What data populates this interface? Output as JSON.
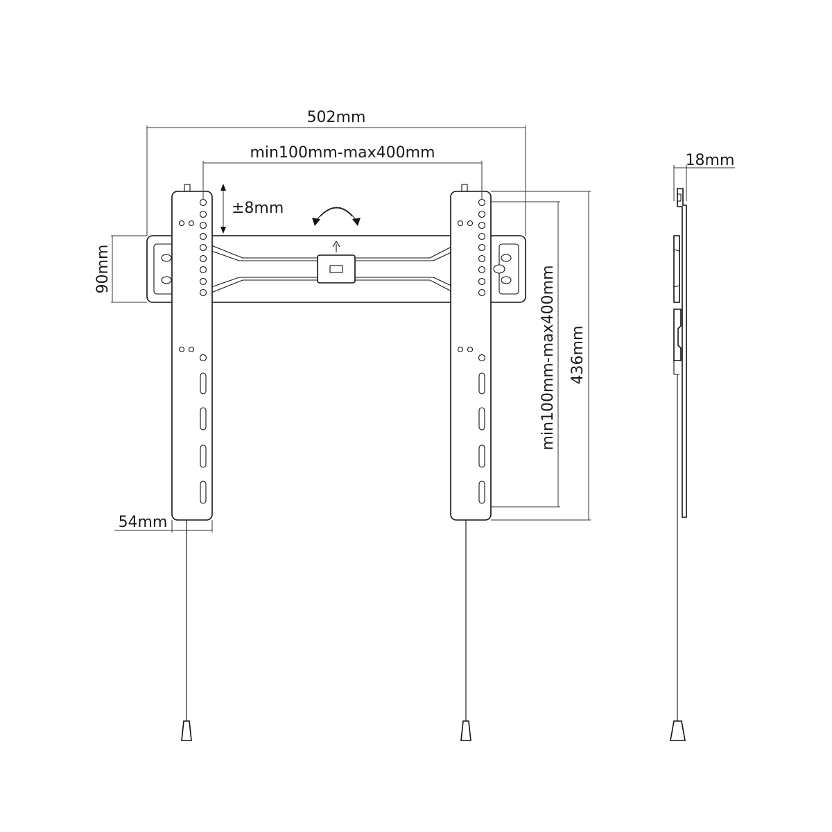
{
  "diagram": {
    "dimensions": {
      "overall_width": "502mm",
      "vesa_horizontal": "min100mm-max400mm",
      "vertical_adjust": "±8mm",
      "plate_height": "90mm",
      "arm_width": "54mm",
      "vesa_vertical": "min100mm-max400mm",
      "overall_height": "436mm",
      "depth": "18mm"
    },
    "colors": {
      "line": "#111111",
      "dimension": "#333333",
      "background": "#ffffff"
    }
  }
}
